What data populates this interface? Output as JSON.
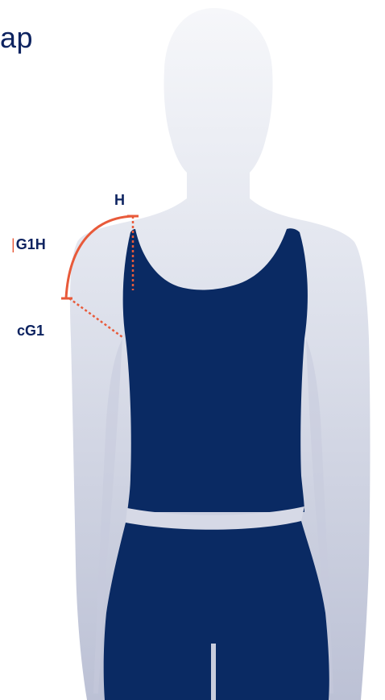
{
  "title": {
    "text": "ap"
  },
  "labels": {
    "h": "H",
    "g1h_marker": "|",
    "g1h": "G1H",
    "cg1": "cG1"
  },
  "colors": {
    "skin_top": "#f3f4f8",
    "skin_bottom": "#bdc2d6",
    "garment": "#0a2a63",
    "waistband": "#d6d9e6",
    "measure_line": "#e85a3a",
    "text": "#0d2360"
  }
}
